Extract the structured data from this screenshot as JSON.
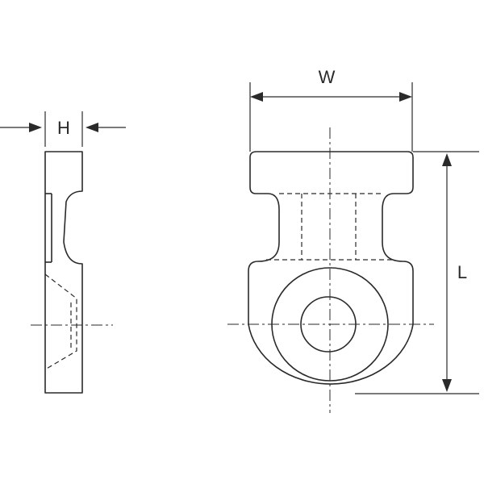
{
  "labels": {
    "height": "H",
    "width": "W",
    "length": "L"
  },
  "colors": {
    "line": "#2a2a2a",
    "background": "#ffffff"
  }
}
